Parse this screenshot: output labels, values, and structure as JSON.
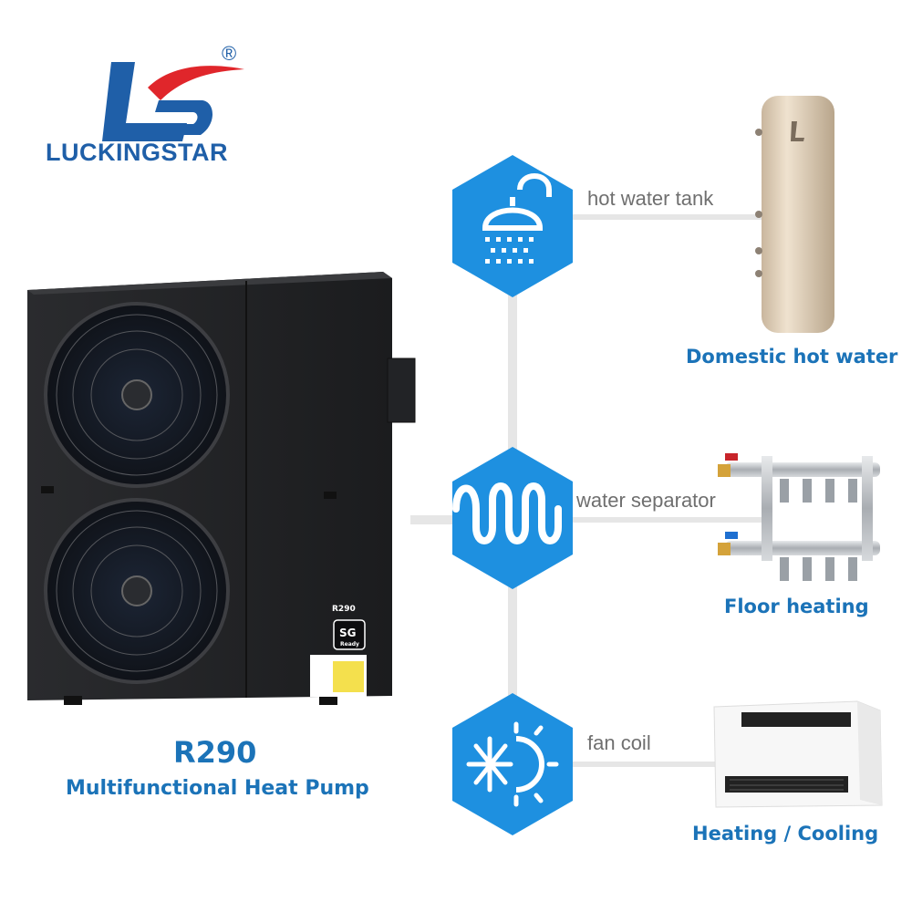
{
  "brand": {
    "name": "LUCKINGSTAR",
    "registered_mark": "®",
    "primary_color": "#1f5fa8",
    "accent_color": "#e0262b"
  },
  "product": {
    "model": "R290",
    "subtitle": "Multifunctional Heat Pump",
    "badge_refrigerant": "R290",
    "badge_sg": "SG",
    "badge_sg_sub": "Ready"
  },
  "connections": [
    {
      "icon": "shower-icon",
      "label": "hot water tank",
      "application": "Domestic hot water",
      "image": "hot-water-tank-image"
    },
    {
      "icon": "floor-heating-coil-icon",
      "label": "water separator",
      "application": "Floor heating",
      "image": "manifold-image"
    },
    {
      "icon": "snowflake-sun-icon",
      "label": "fan coil",
      "application": "Heating / Cooling",
      "image": "fan-coil-image"
    }
  ],
  "colors": {
    "hexagon": "#1e90e0",
    "line": "#e6e6e6",
    "label_text": "#1b73b8"
  }
}
